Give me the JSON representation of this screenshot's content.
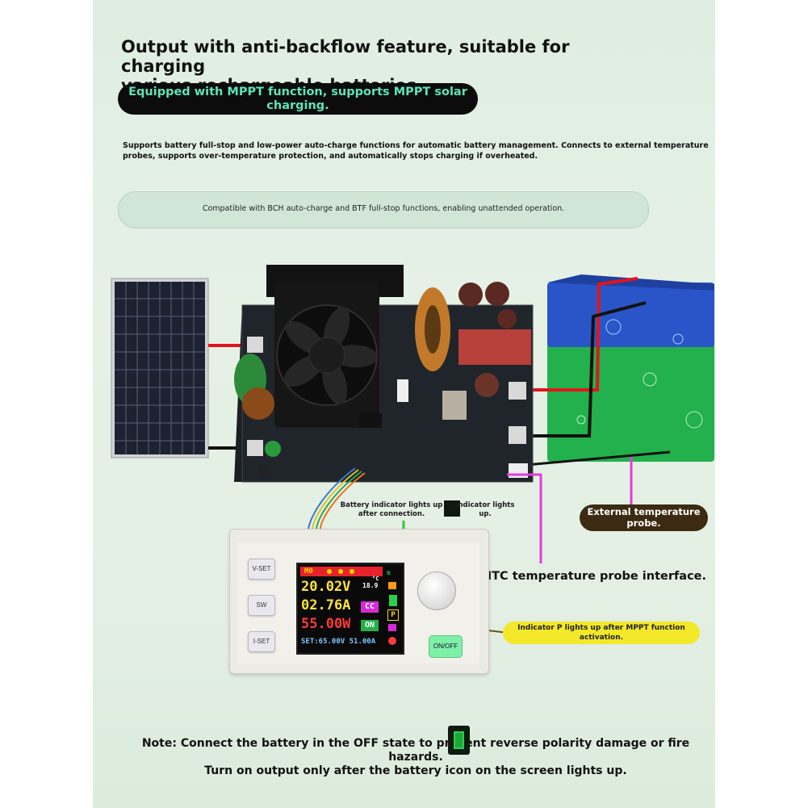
{
  "headline": [
    "Output with anti-backflow feature, suitable for charging",
    "various rechargeable batteries."
  ],
  "mppt_pill": [
    "Equipped with MPPT function, supports MPPT solar",
    "charging."
  ],
  "support_text": [
    "Supports battery full-stop and low-power auto-charge functions for automatic battery management. Connects to external temperature",
    "probes, supports over-temperature protection, and automatically stops charging if overheated."
  ],
  "compat_text": "Compatible with BCH auto-charge and BTF full-stop functions, enabling unattended operation.",
  "callouts": {
    "battery_indicator": [
      "Battery indicator lights up",
      "after connection."
    ],
    "indicator_lights_up": [
      "indicator lights",
      "up."
    ],
    "external_temp": [
      "External temperature",
      "probe."
    ],
    "ntc": "NTC temperature probe interface.",
    "indicator_p": [
      "Indicator P lights up after MPPT function",
      "activation."
    ]
  },
  "note": [
    "Note: Connect the battery in the OFF state to prevent reverse polarity damage or fire hazards.",
    "Turn on output only after the battery icon on the screen lights up."
  ],
  "controller": {
    "buttons": [
      "V-SET",
      "SW",
      "I-SET"
    ],
    "onoff": "ON/OFF",
    "screen": {
      "mode": "M0",
      "voltage": "20.02V",
      "current": "02.76A",
      "power": "55.00W",
      "temp": "18.9",
      "temp_unit": "°C",
      "cc": "CC",
      "on": "ON",
      "set_line": "SET:65.00V 51.00A",
      "p_icon": "P"
    }
  },
  "colors": {
    "magenta": "#e23cd8",
    "green_line": "#35c440",
    "red_wire": "#e0161b",
    "panel_bg": "#e2efe3"
  }
}
